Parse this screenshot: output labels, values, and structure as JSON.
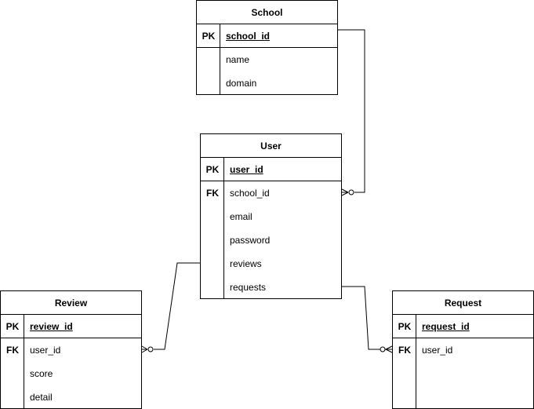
{
  "entities": {
    "school": {
      "title": "School",
      "pk_label": "PK",
      "pk": "school_id",
      "attrs": [
        "name",
        "domain"
      ]
    },
    "user": {
      "title": "User",
      "pk_label": "PK",
      "pk": "user_id",
      "fk_label": "FK",
      "attrs": [
        "school_id",
        "email",
        "password",
        "reviews",
        "requests"
      ]
    },
    "review": {
      "title": "Review",
      "pk_label": "PK",
      "pk": "review_id",
      "fk_label": "FK",
      "attrs": [
        "user_id",
        "score",
        "detail"
      ]
    },
    "request": {
      "title": "Request",
      "pk_label": "PK",
      "pk": "request_id",
      "fk_label": "FK",
      "attrs": [
        "user_id"
      ]
    }
  },
  "relationships": [
    {
      "from": "School.school_id",
      "to": "User.school_id",
      "cardinality": "one-to-zero-or-many"
    },
    {
      "from": "User.reviews",
      "to": "Review.user_id",
      "cardinality": "one-to-zero-or-many"
    },
    {
      "from": "User.requests",
      "to": "Request.user_id",
      "cardinality": "one-to-zero-or-many"
    }
  ]
}
